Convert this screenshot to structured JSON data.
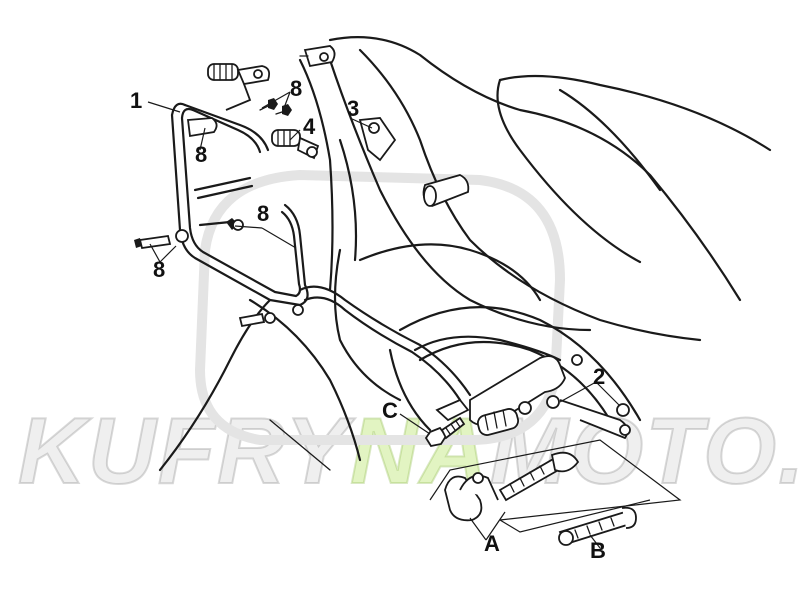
{
  "callouts": {
    "c1": "1",
    "c2": "2",
    "c3": "3",
    "c4": "4",
    "c8a": "8",
    "c8b": "8",
    "c8c": "8",
    "c8d": "8",
    "cA": "A",
    "cB": "B",
    "cC": "C"
  },
  "watermark": {
    "part1": "KUFRY",
    "part2": "NA",
    "part3": "MOTO.cz"
  },
  "colors": {
    "line": "#1a1a1a",
    "watermark_grey": "#d2d2d2",
    "watermark_green": "#bee678"
  }
}
